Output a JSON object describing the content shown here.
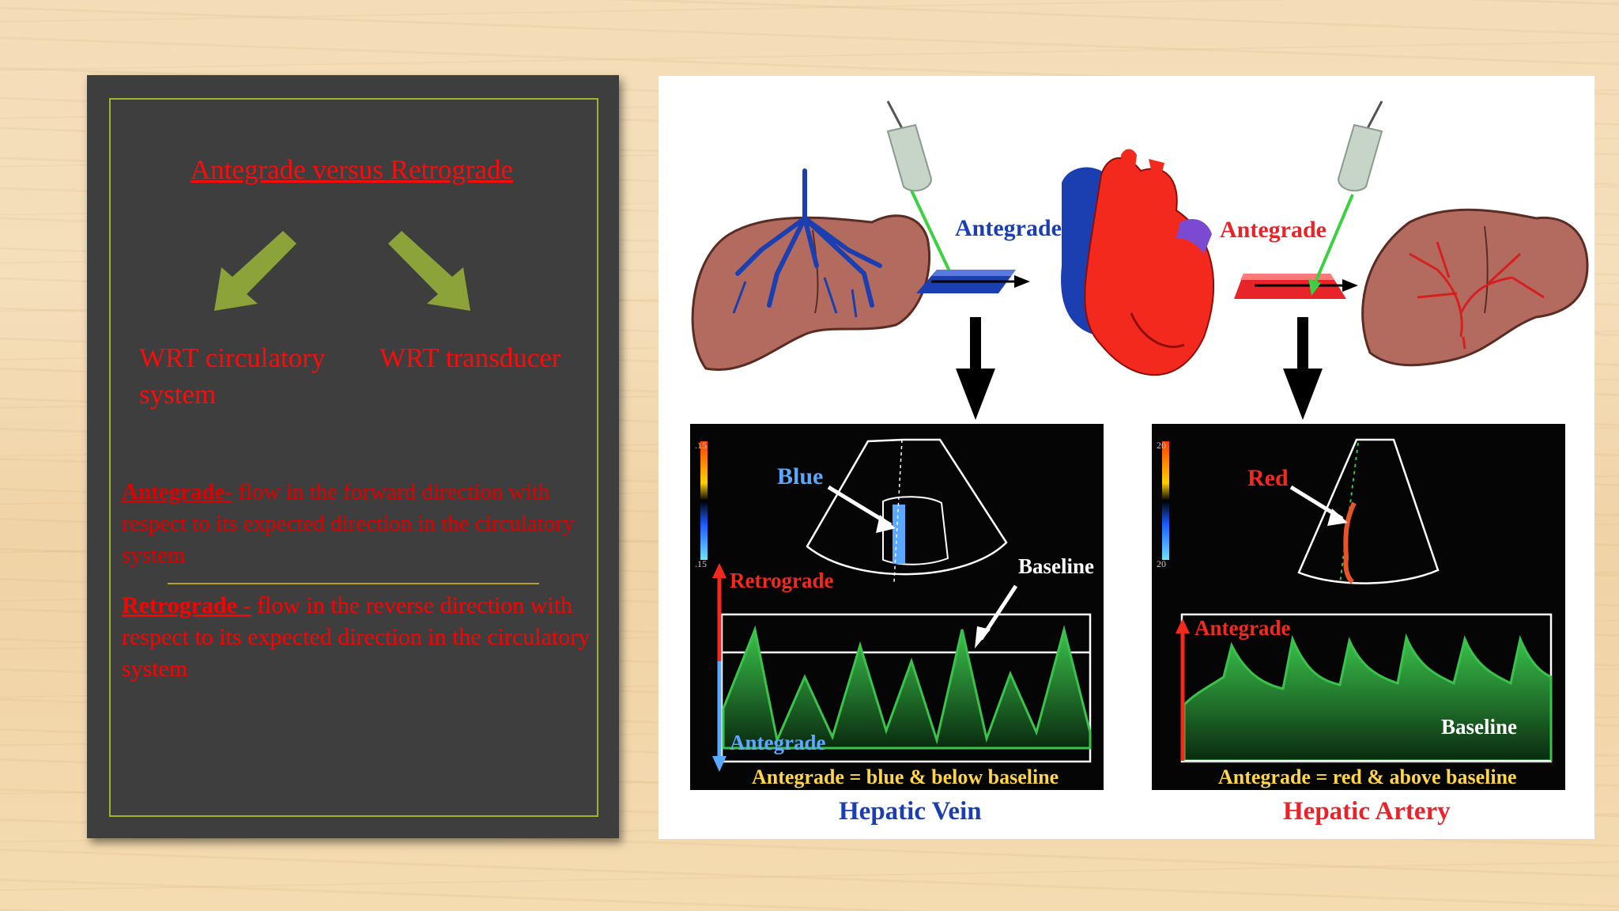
{
  "left_panel": {
    "title": "Antegrade versus Retrograde",
    "wrt_circulatory": "WRT circulatory system",
    "wrt_transducer": "WRT transducer",
    "antegrade_term": "Antegrade-",
    "antegrade_text": " flow in the forward direction with respect to its expected direction in the circulatory system",
    "retrograde_term": "Retrograde -",
    "retrograde_text": " flow in the reverse direction with respect to its expected direction in the circulatory system"
  },
  "diagram": {
    "antegrade_left": "Antegrade",
    "antegrade_right": "Antegrade",
    "vein_panel": {
      "color_label": "Blue",
      "baseline_label": "Baseline",
      "retrograde_label": "Retrograde",
      "antegrade_label": "Antegrade",
      "caption": "Antegrade = blue & below baseline",
      "scale_top": ".15",
      "scale_bottom": ".15"
    },
    "artery_panel": {
      "color_label": "Red",
      "baseline_label": "Baseline",
      "antegrade_label": "Antegrade",
      "caption": "Antegrade = red & above baseline",
      "scale_top": "20",
      "scale_bottom": "20"
    },
    "title_vein": "Hepatic Vein",
    "title_artery": "Hepatic Artery"
  },
  "colors": {
    "panel_bg": "#3e3e3e",
    "panel_border": "#a3b22b",
    "red_text": "#ff0a0a",
    "arrow_green": "#8ca33a",
    "vein_blue": "#1b3fb0",
    "artery_red": "#e8242a",
    "waveform_green": "#3ac24a"
  },
  "icons": [
    "liver-vein-icon",
    "probe-icon",
    "heart-icon",
    "liver-artery-icon",
    "down-arrow-icon",
    "diagonal-arrow-icon"
  ]
}
